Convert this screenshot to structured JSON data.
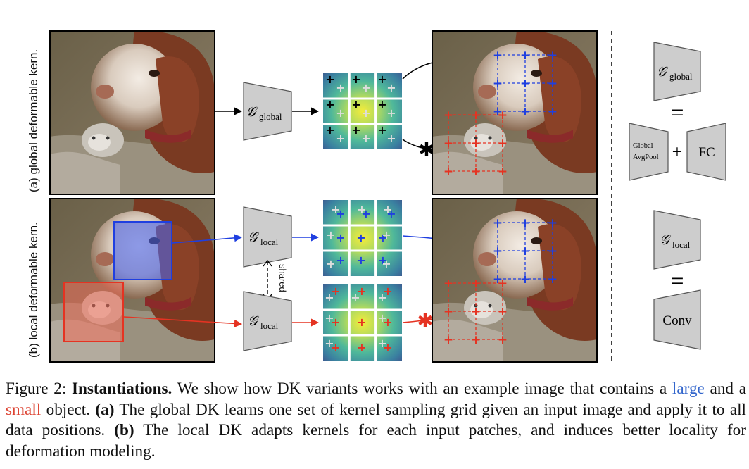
{
  "figure": {
    "row_a_label": "(a) global deformable kern.",
    "row_b_label": "(b) local deformable kern.",
    "g_symbol": "𝒢",
    "g_global_sub": "global",
    "g_local_sub": "local",
    "shared_label": "shared",
    "equals_sign": "=",
    "plus_sign": "+",
    "global_avgpool_line1": "Global",
    "global_avgpool_line2": "AvgPool",
    "fc_label": "FC",
    "conv_label": "Conv",
    "colors": {
      "blue": "#1f3fe0",
      "red": "#e53322",
      "black": "#000000",
      "module_fill": "#cdcdcd"
    },
    "icons": [
      "dog-and-cat-photo",
      "sampling-grid-heatmap",
      "star-marker",
      "plus-marker"
    ]
  },
  "caption": {
    "figure_number": "Figure 2:",
    "title": "Instantiations.",
    "sentence1_a": "We show how DK variants works with an example image that contains a",
    "large_word": "large",
    "sentence1_b": "and a",
    "small_word": "small",
    "sentence1_c": "object.",
    "part_a_label": "(a)",
    "part_a_text": "The global DK learns one set of kernel sampling grid given an input image and apply it to all data positions.",
    "part_b_label": "(b)",
    "part_b_text": "The local DK adapts kernels for each input patches, and induces better locality for deformation modeling."
  }
}
